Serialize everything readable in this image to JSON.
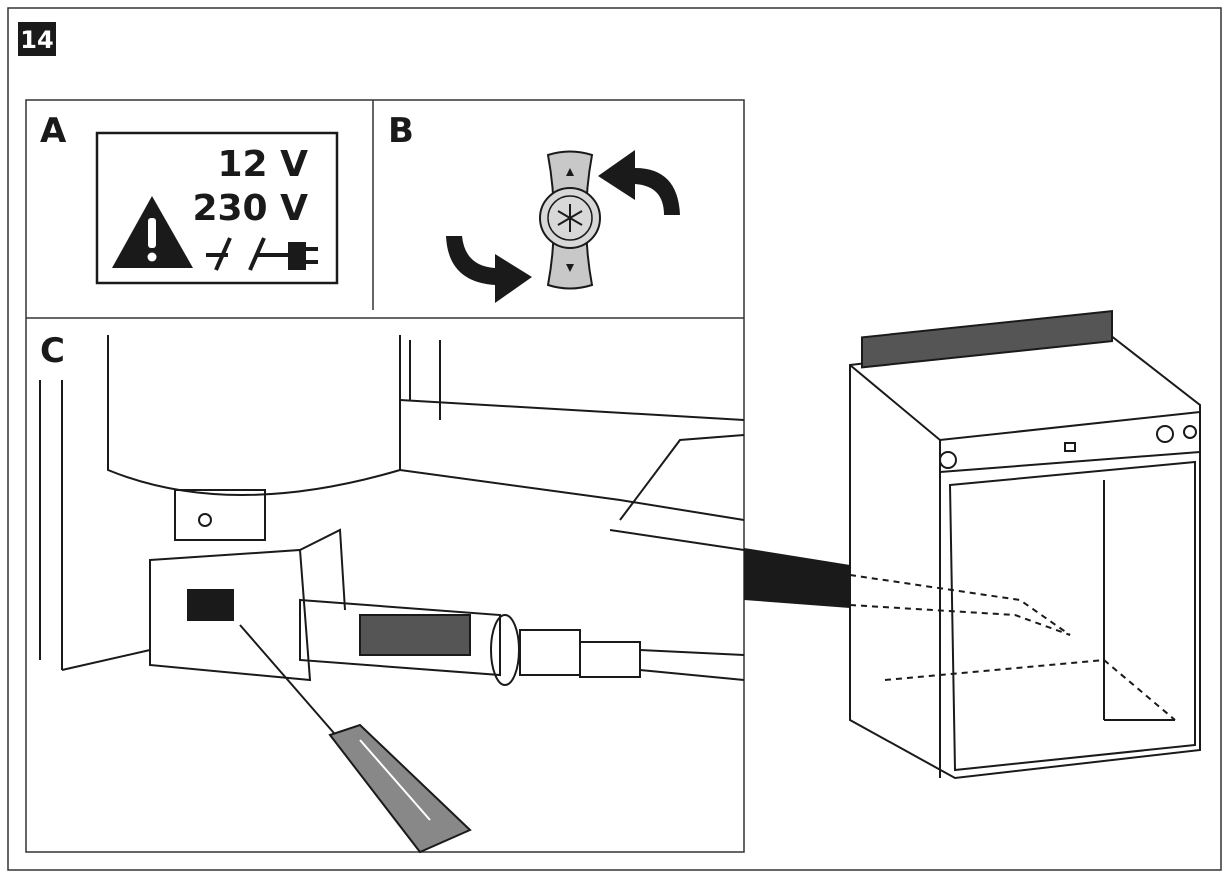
{
  "figure": {
    "number": "14",
    "panels": {
      "a": {
        "label": "A",
        "voltage_1": "12 V",
        "voltage_2": "230 V"
      },
      "b": {
        "label": "B"
      },
      "c": {
        "label": "C"
      }
    }
  },
  "icons": [
    "warning-triangle-icon",
    "dc-power-icon",
    "plug-icon",
    "snowflake-icon",
    "rotate-arrow-icon"
  ],
  "colors": {
    "ink": "#1a1a1a",
    "knob_fill": "#c8c8c8",
    "frame": "#333333"
  }
}
